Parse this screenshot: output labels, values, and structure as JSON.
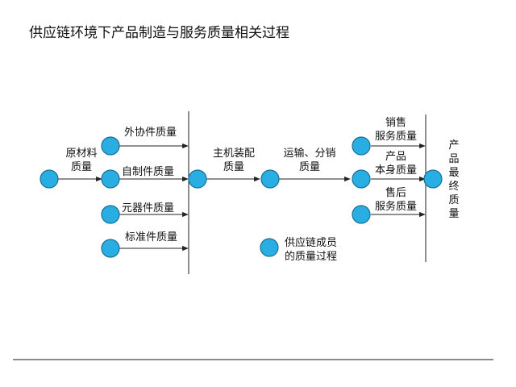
{
  "title": "供应链环境下产品制造与服务质量相关过程",
  "labels": {
    "raw_material": [
      "原材料",
      "质量"
    ],
    "outsourced_parts": "外协件质量",
    "self_made_parts": "自制件质量",
    "components": "元器件质量",
    "standard_parts": "标准件质量",
    "assembly": [
      "主机装配",
      "质量"
    ],
    "transport": [
      "运输、分销",
      "质量"
    ],
    "sales": [
      "销售",
      "服务质量"
    ],
    "product_itself": [
      "产品",
      "本身质量"
    ],
    "after_sales": [
      "售后",
      "服务质量"
    ],
    "final_quality": [
      "产",
      "品",
      "最",
      "终",
      "质",
      "量"
    ],
    "legend": [
      "供应链成员",
      "的质量过程"
    ]
  }
}
